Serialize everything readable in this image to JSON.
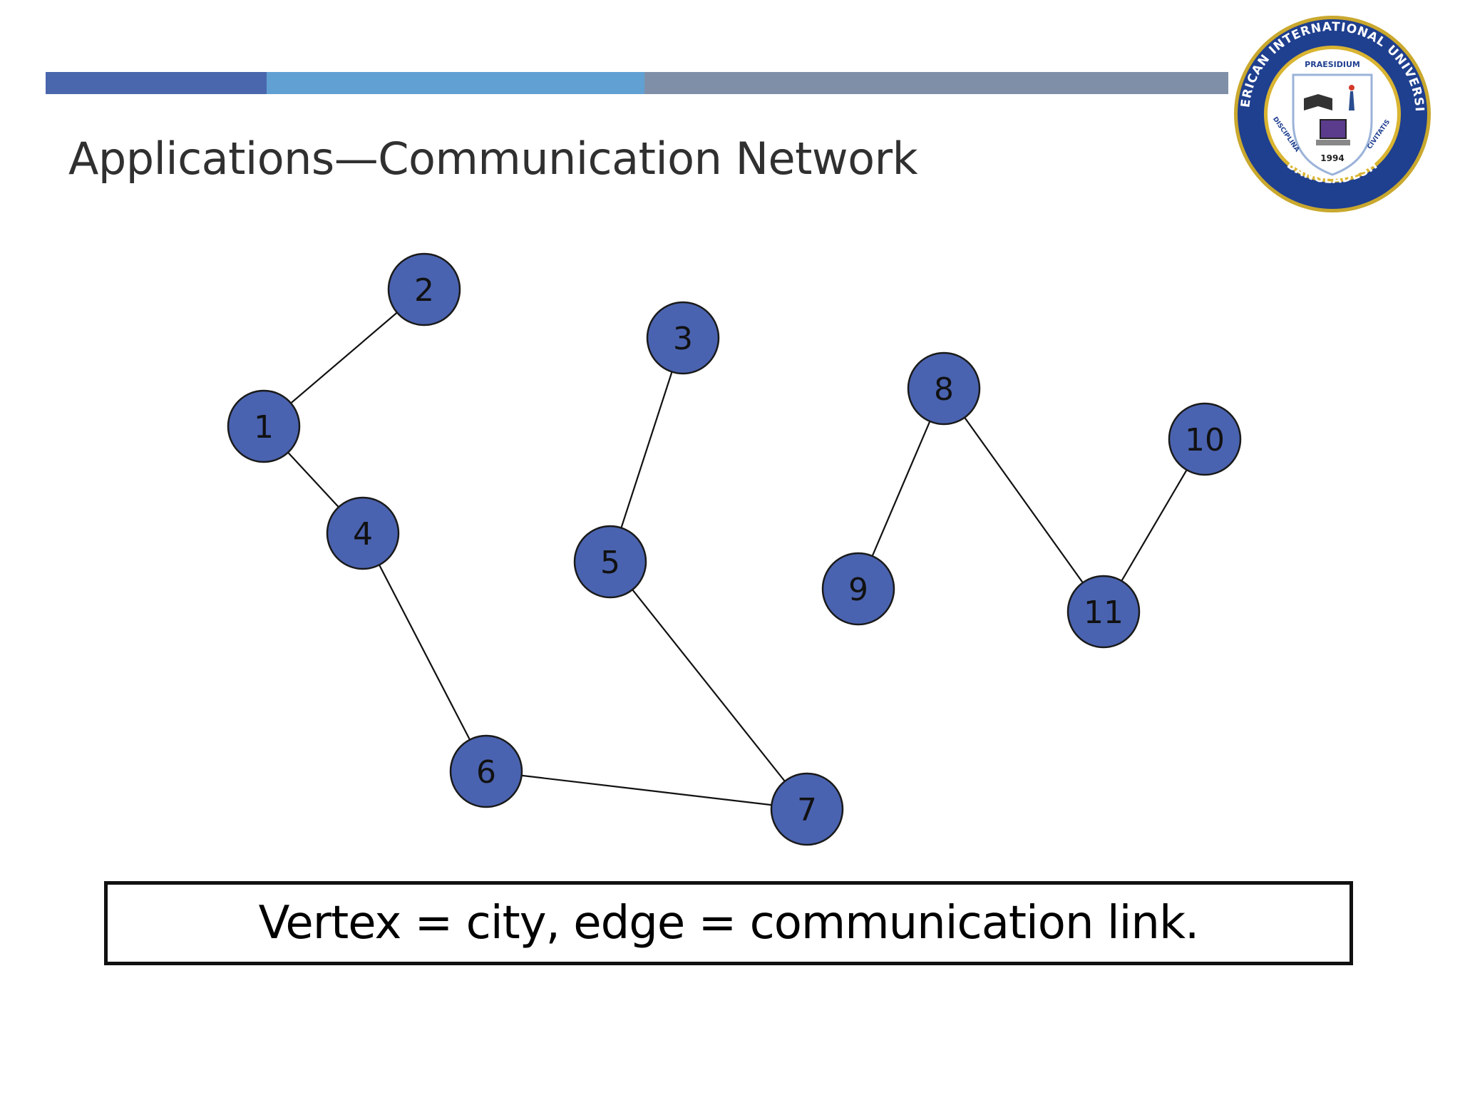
{
  "slide": {
    "title": "Applications—Communication Network",
    "caption": "Vertex = city, edge = communication link."
  },
  "logo": {
    "ring_text_top": "AMERICAN INTERNATIONAL UNIVERSITY",
    "ring_text_bottom": "BANGLADESH",
    "motto_top": "PRAESIDIUM",
    "motto_left": "DISCIPLINA",
    "motto_right": "CIVITATIS",
    "year": "1994",
    "ring_color": "#1f3f8f",
    "accent_color": "#d9b431"
  },
  "colors": {
    "node_fill": "#4a63b0",
    "node_stroke": "#1a1a1a",
    "edge": "#111111"
  },
  "graph": {
    "nodes": [
      {
        "id": "1",
        "label": "1"
      },
      {
        "id": "2",
        "label": "2"
      },
      {
        "id": "3",
        "label": "3"
      },
      {
        "id": "4",
        "label": "4"
      },
      {
        "id": "5",
        "label": "5"
      },
      {
        "id": "6",
        "label": "6"
      },
      {
        "id": "7",
        "label": "7"
      },
      {
        "id": "8",
        "label": "8"
      },
      {
        "id": "9",
        "label": "9"
      },
      {
        "id": "10",
        "label": "10"
      },
      {
        "id": "11",
        "label": "11"
      }
    ],
    "edges": [
      {
        "from": "1",
        "to": "2"
      },
      {
        "from": "1",
        "to": "4"
      },
      {
        "from": "4",
        "to": "6"
      },
      {
        "from": "6",
        "to": "7"
      },
      {
        "from": "3",
        "to": "5"
      },
      {
        "from": "5",
        "to": "7"
      },
      {
        "from": "8",
        "to": "9"
      },
      {
        "from": "8",
        "to": "11"
      },
      {
        "from": "10",
        "to": "11"
      }
    ]
  }
}
